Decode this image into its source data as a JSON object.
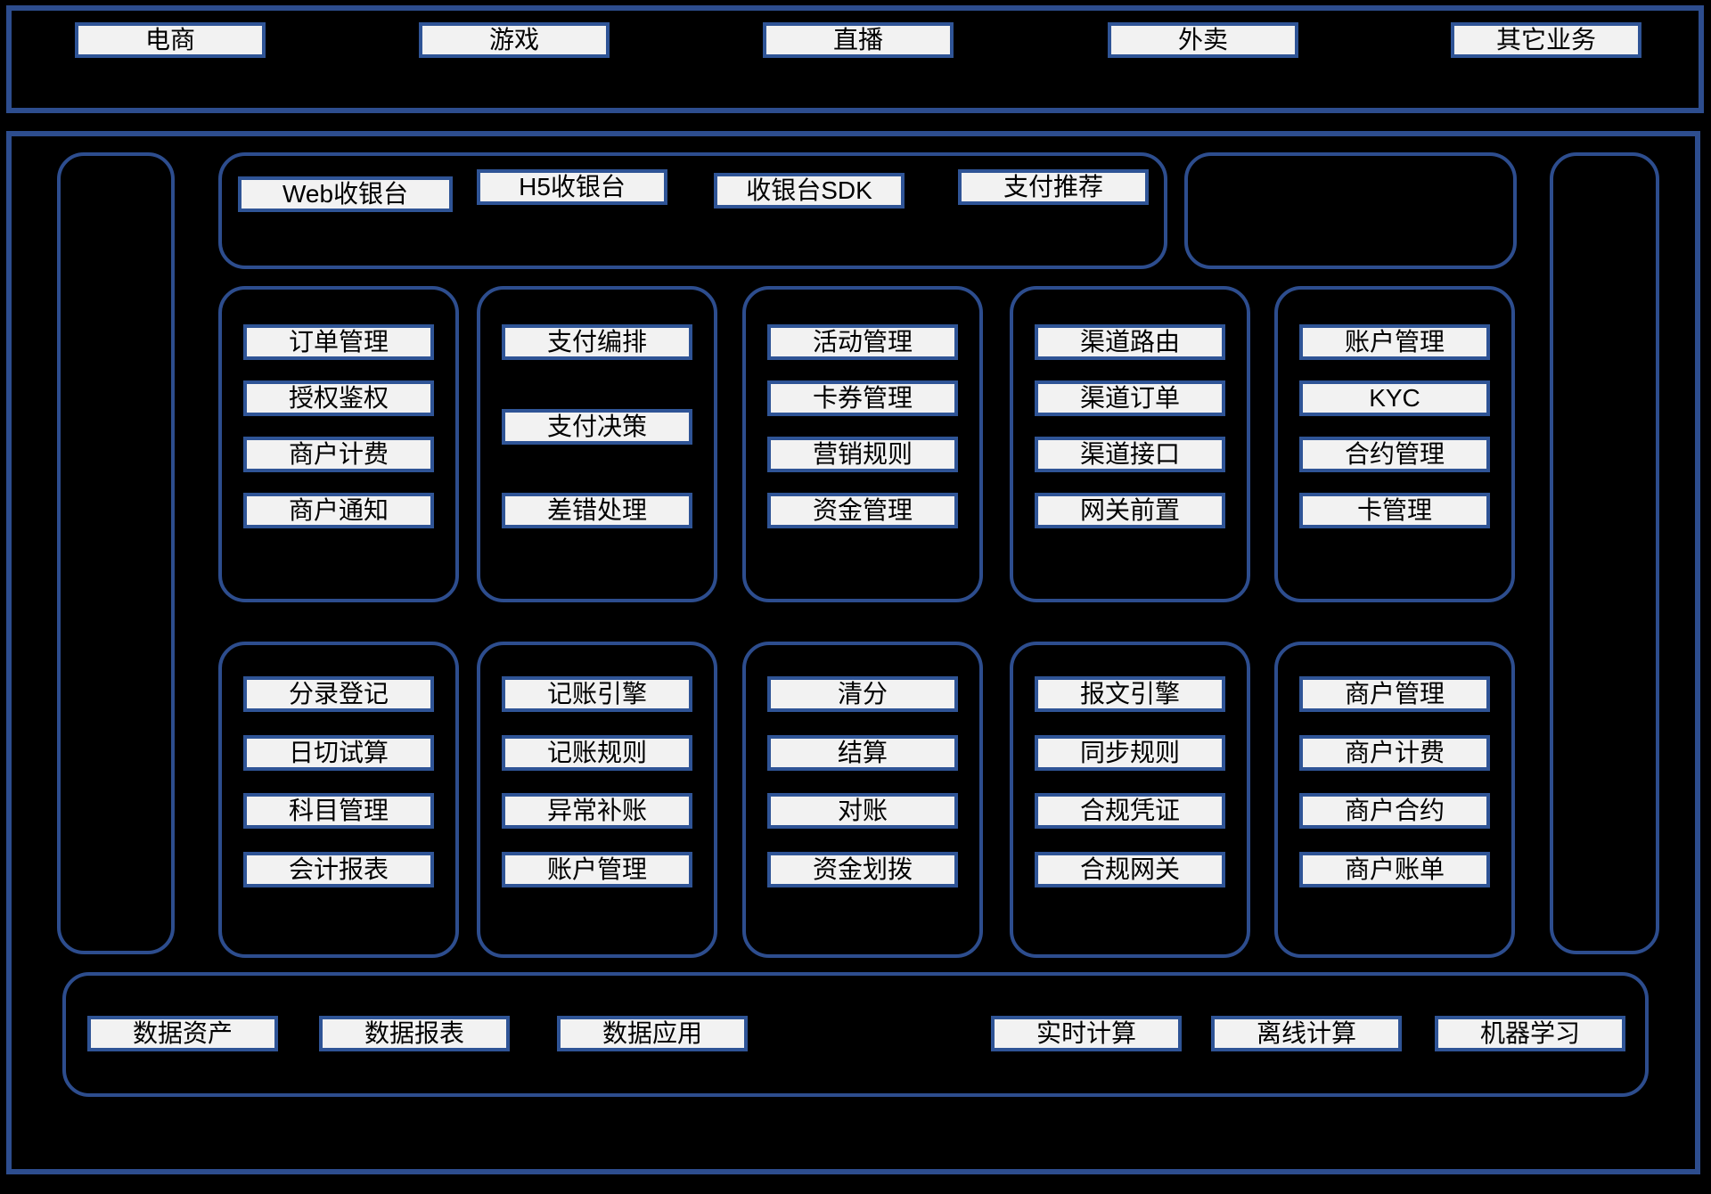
{
  "colors": {
    "background": "#000000",
    "frame_border": "#2d4d8e",
    "chip_border": "#2f5496",
    "chip_fill": "#f2f2f2",
    "chip_text": "#000000"
  },
  "business_bar": {
    "items": [
      "电商",
      "游戏",
      "直播",
      "外卖",
      "其它业务"
    ]
  },
  "checkout": {
    "items": [
      "Web收银台",
      "H5收银台",
      "收银台SDK",
      "支付推荐"
    ]
  },
  "rows": [
    {
      "groups": [
        {
          "items": [
            "订单管理",
            "授权鉴权",
            "商户计费",
            "商户通知"
          ]
        },
        {
          "items": [
            "支付编排",
            "支付决策",
            "差错处理"
          ]
        },
        {
          "items": [
            "活动管理",
            "卡券管理",
            "营销规则",
            "资金管理"
          ]
        },
        {
          "items": [
            "渠道路由",
            "渠道订单",
            "渠道接口",
            "网关前置"
          ]
        },
        {
          "items": [
            "账户管理",
            "KYC",
            "合约管理",
            "卡管理"
          ]
        }
      ]
    },
    {
      "groups": [
        {
          "items": [
            "分录登记",
            "日切试算",
            "科目管理",
            "会计报表"
          ]
        },
        {
          "items": [
            "记账引擎",
            "记账规则",
            "异常补账",
            "账户管理"
          ]
        },
        {
          "items": [
            "清分",
            "结算",
            "对账",
            "资金划拨"
          ]
        },
        {
          "items": [
            "报文引擎",
            "同步规则",
            "合规凭证",
            "合规网关"
          ]
        },
        {
          "items": [
            "商户管理",
            "商户计费",
            "商户合约",
            "商户账单"
          ]
        }
      ]
    }
  ],
  "data_platform": {
    "left_items": [
      "数据资产",
      "数据报表",
      "数据应用"
    ],
    "right_items": [
      "实时计算",
      "离线计算",
      "机器学习"
    ]
  }
}
